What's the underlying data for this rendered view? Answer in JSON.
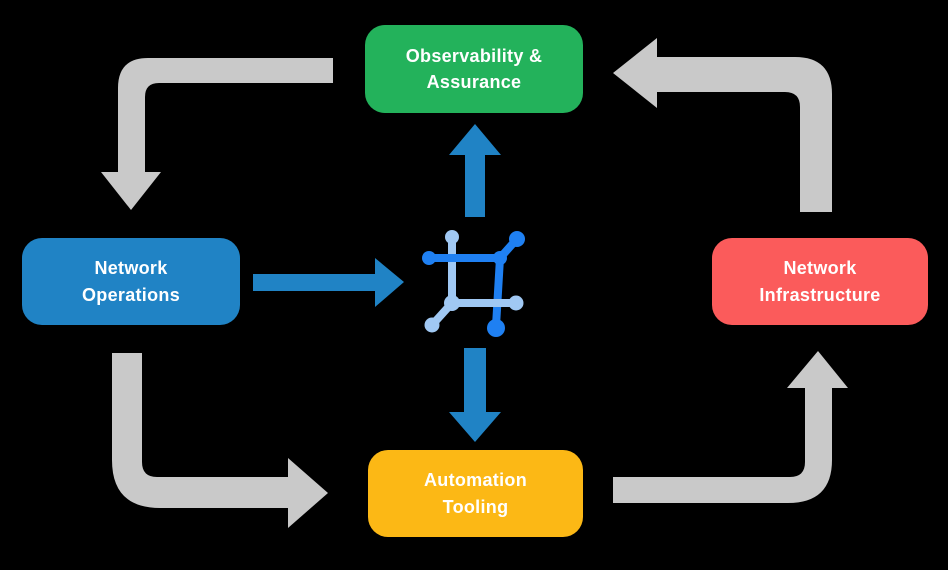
{
  "colors": {
    "background": "#000000",
    "arrow_gray": "#c9c9c9",
    "arrow_blue": "#2083c5",
    "text": "#ffffff"
  },
  "nodes": {
    "observability": {
      "line1": "Observability &",
      "line2": "Assurance",
      "color": "#23b25b"
    },
    "operations": {
      "line1": "Network",
      "line2": "Operations",
      "color": "#2083c5"
    },
    "infrastructure": {
      "line1": "Network",
      "line2": "Infrastructure",
      "color": "#fb5b5b"
    },
    "automation": {
      "line1": "Automation",
      "line2": "Tooling",
      "color": "#fcb815"
    }
  },
  "icon": {
    "name": "network-automation-icon",
    "dark": "#1f80f2",
    "light": "#a0c8f3"
  }
}
